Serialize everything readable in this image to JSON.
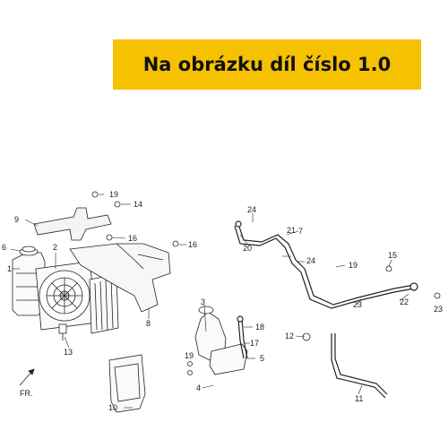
{
  "banner": {
    "text": "Na obrázku díl číslo 1.0",
    "color": "#f6c100"
  },
  "direction_label": "FR.",
  "callouts": [
    "1",
    "2",
    "3",
    "4",
    "5",
    "6",
    "7",
    "8",
    "9",
    "10",
    "11",
    "12",
    "13",
    "14",
    "15",
    "16",
    "17",
    "18",
    "19",
    "20",
    "21",
    "22",
    "23",
    "24"
  ],
  "colors": {
    "line": "#222222",
    "bracket": "#c0392b",
    "highlight": "#f6c100"
  }
}
